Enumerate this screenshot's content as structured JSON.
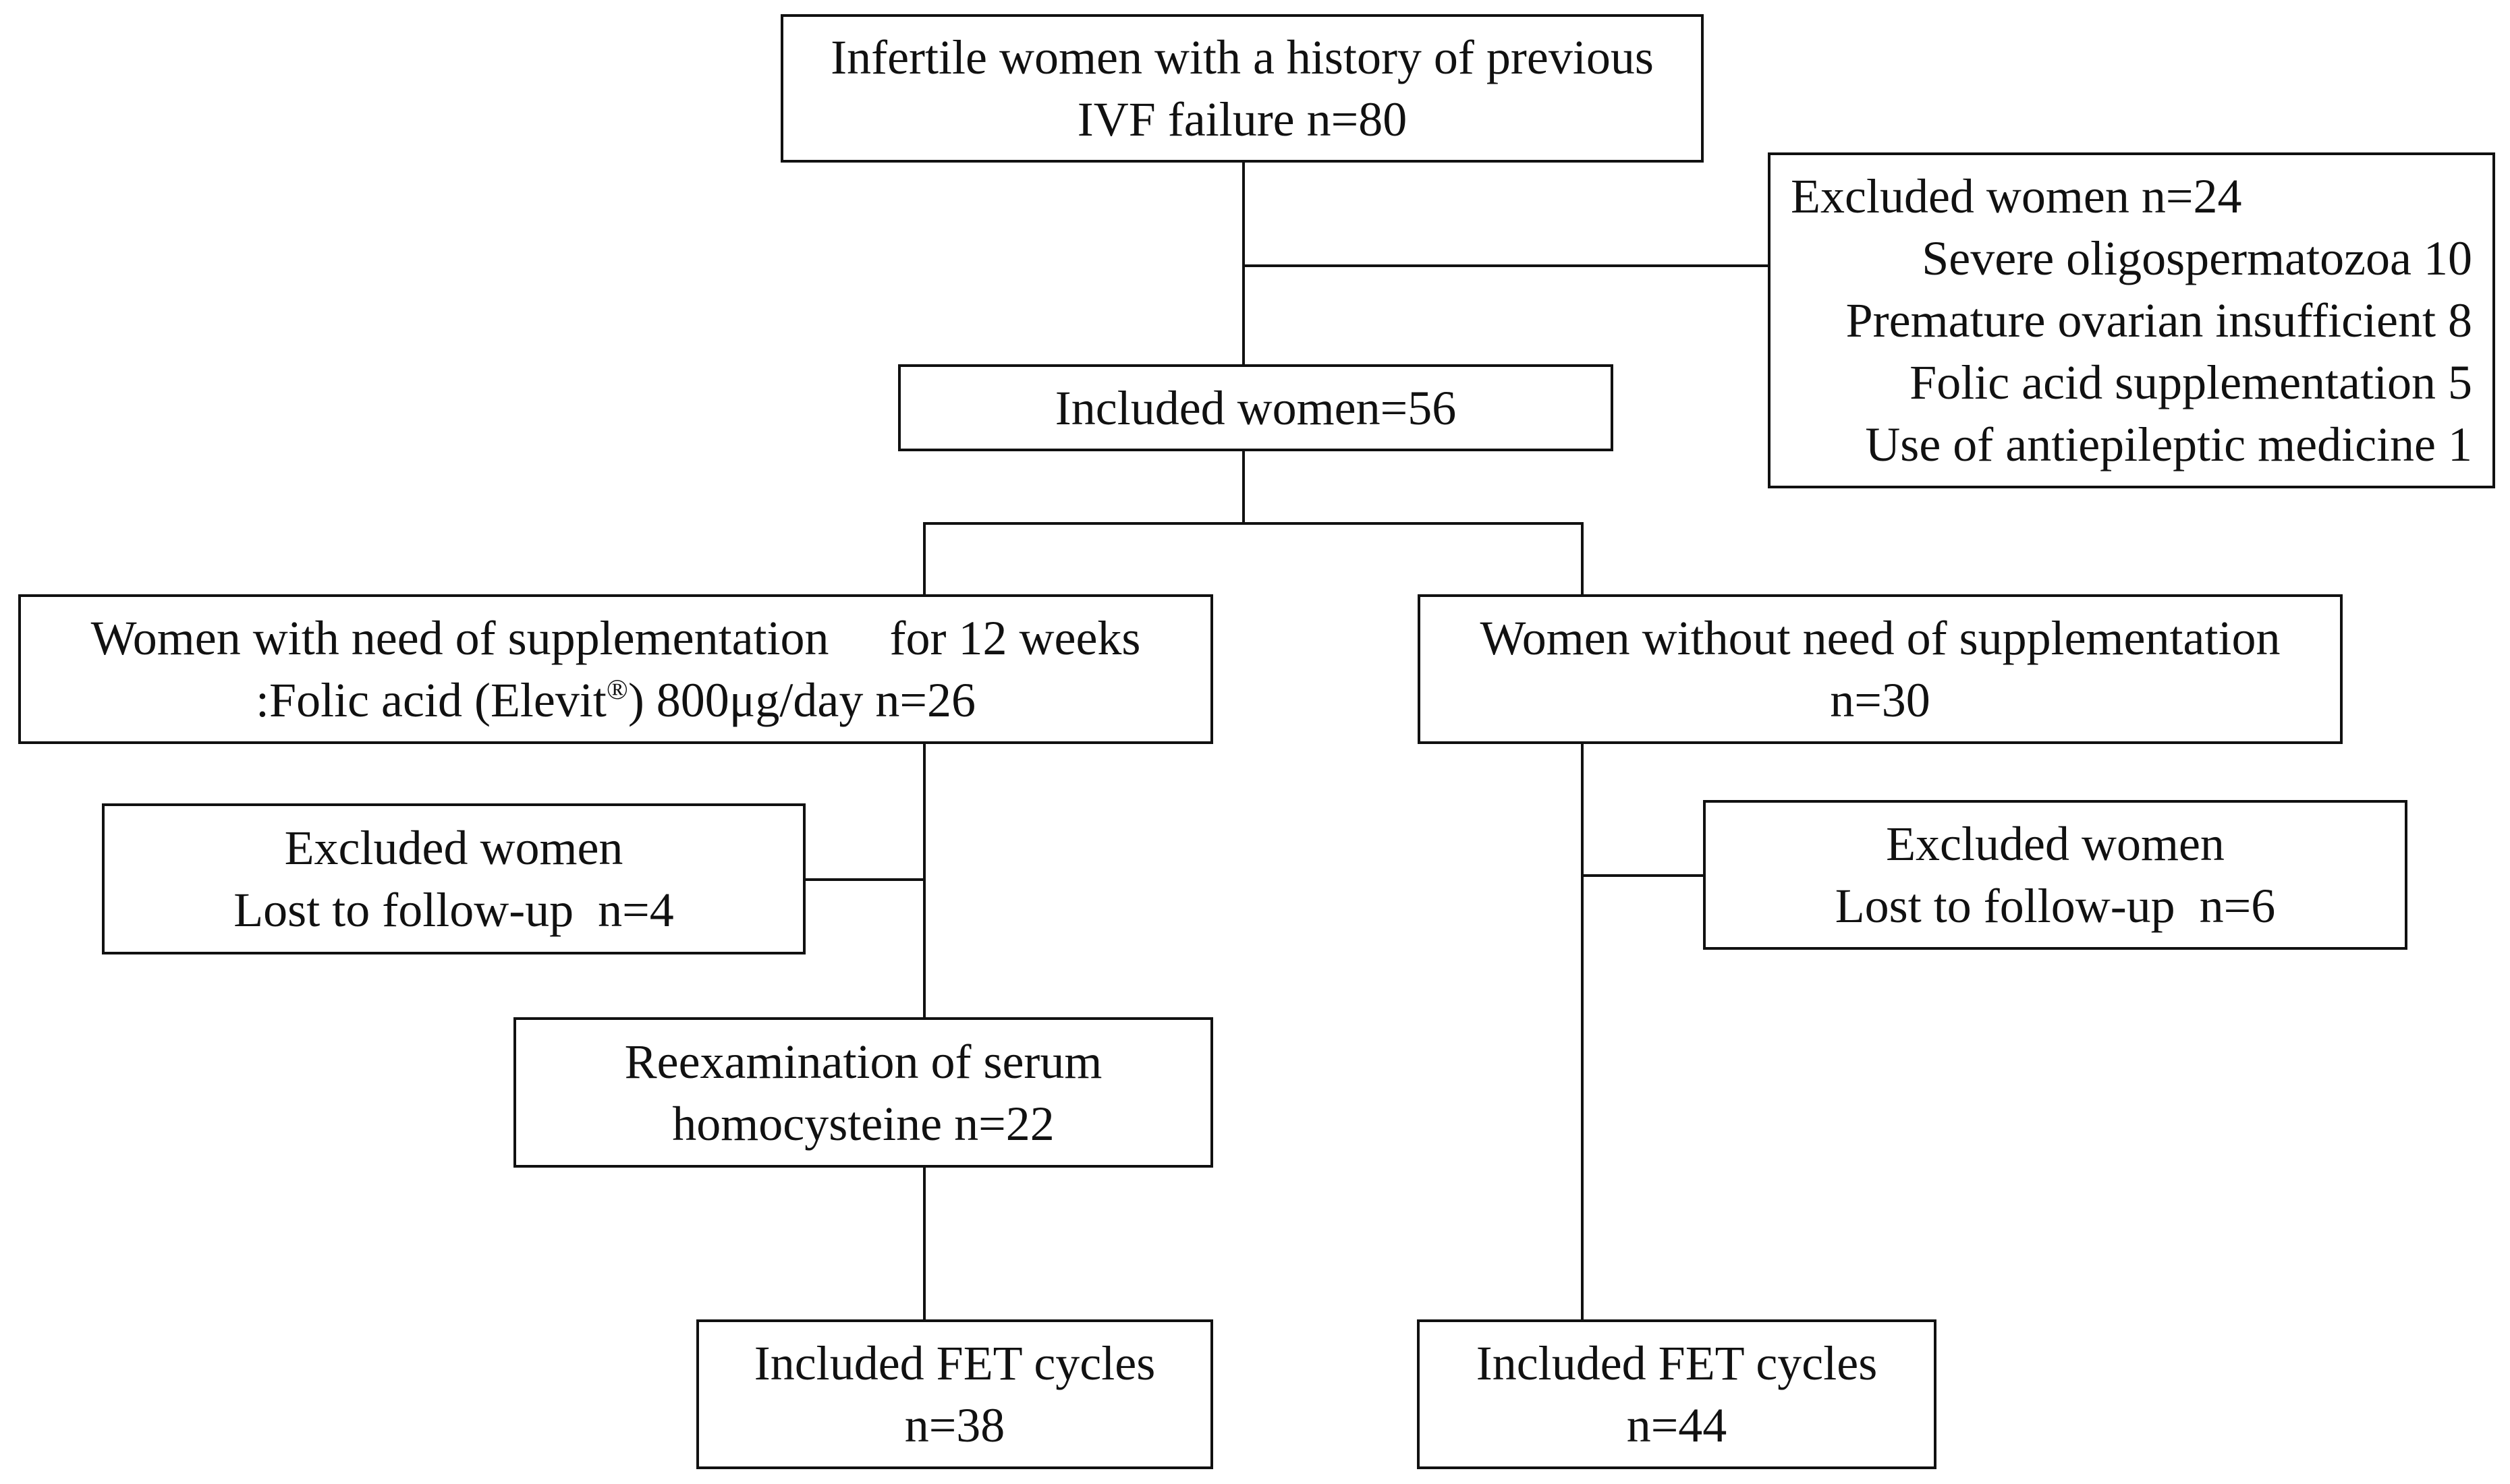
{
  "nodes": {
    "start": {
      "lines": [
        "Infertile women with a history of previous",
        "IVF failure n=80"
      ]
    },
    "excluded_screening": {
      "title": "Excluded women n=24",
      "reasons": [
        "Severe oligospermatozoa 10",
        "Premature ovarian insufficient 8",
        "Folic acid supplementation 5",
        "Use of antiepileptic medicine 1"
      ]
    },
    "included": {
      "lines": [
        "Included women=56"
      ]
    },
    "need_supplementation": {
      "line1": "Women with need of supplementation     for 12 weeks",
      "line2_pre": ":Folic acid (Elevit",
      "line2_sup": "®",
      "line2_post": ") 800μg/day n=26"
    },
    "no_supplementation": {
      "lines": [
        "Women without need of supplementation",
        "n=30"
      ]
    },
    "excluded_left": {
      "lines": [
        "Excluded women",
        "Lost to follow-up  n=4"
      ]
    },
    "excluded_right": {
      "lines": [
        "Excluded women",
        "Lost to follow-up  n=6"
      ]
    },
    "reexamination": {
      "lines": [
        "Reexamination of serum",
        "homocysteine n=22"
      ]
    },
    "fet_left": {
      "lines": [
        "Included FET cycles",
        "n=38"
      ]
    },
    "fet_right": {
      "lines": [
        "Included FET cycles",
        "n=44"
      ]
    }
  },
  "edges": [
    {
      "from": "start",
      "to": "included"
    },
    {
      "from": "start",
      "to": "excluded_screening"
    },
    {
      "from": "included",
      "to": "need_supplementation"
    },
    {
      "from": "included",
      "to": "no_supplementation"
    },
    {
      "from": "need_supplementation",
      "to": "excluded_left"
    },
    {
      "from": "need_supplementation",
      "to": "reexamination"
    },
    {
      "from": "reexamination",
      "to": "fet_left"
    },
    {
      "from": "no_supplementation",
      "to": "excluded_right"
    },
    {
      "from": "no_supplementation",
      "to": "fet_right"
    }
  ]
}
